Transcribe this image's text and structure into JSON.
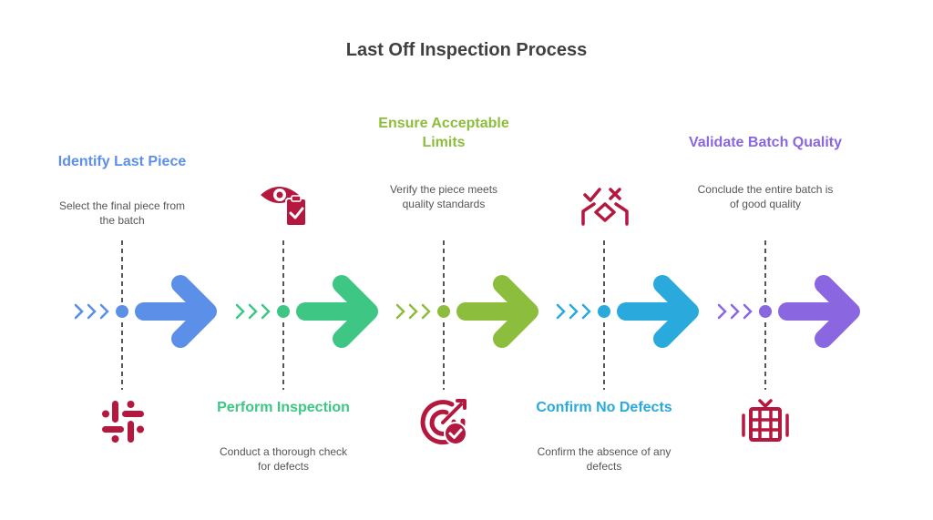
{
  "title": "Last Off Inspection Process",
  "colors": {
    "blue": "#5b8fe8",
    "green": "#3ec685",
    "olive": "#8cbd3c",
    "cyan": "#2aa9dc",
    "purple": "#8a66e0",
    "icon": "#b5183f"
  },
  "steps": [
    {
      "title": "Identify Last Piece",
      "description": "Select the final piece from the batch",
      "icon": "slack-hash-icon",
      "color": "#5b8fe8"
    },
    {
      "title": "Perform Inspection",
      "description": "Conduct a thorough check for defects",
      "icon": "eye-clipboard-icon",
      "color": "#3ec685"
    },
    {
      "title": "Ensure Acceptable Limits",
      "description": "Verify the piece meets quality standards",
      "icon": "target-check-icon",
      "color": "#8cbd3c"
    },
    {
      "title": "Confirm No Defects",
      "description": "Confirm the absence of any defects",
      "icon": "check-cross-hand-icon",
      "color": "#2aa9dc"
    },
    {
      "title": "Validate Batch Quality",
      "description": "Conclude the entire batch is of good quality",
      "icon": "batch-box-icon",
      "color": "#8a66e0"
    }
  ]
}
